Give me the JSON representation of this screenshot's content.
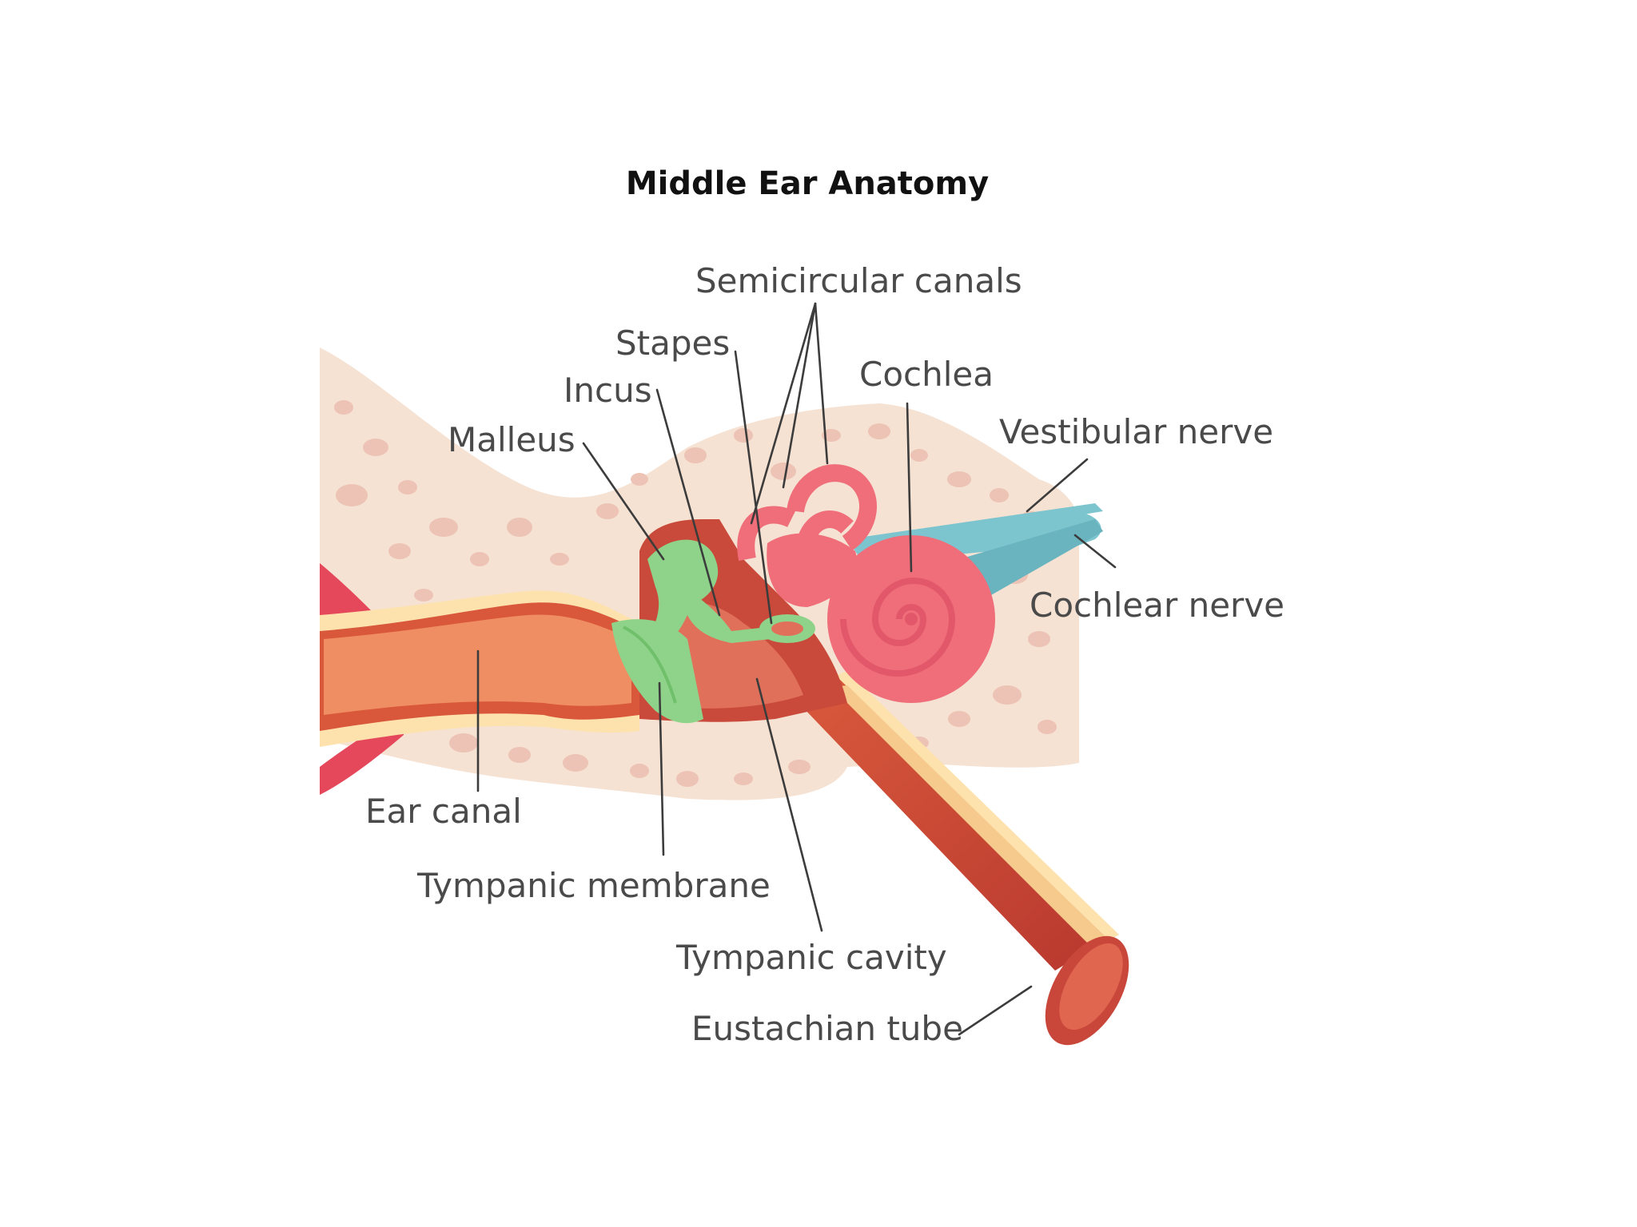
{
  "title": "Middle Ear Anatomy",
  "labels": {
    "semicircular_canals": "Semicircular canals",
    "stapes": "Stapes",
    "incus": "Incus",
    "malleus": "Malleus",
    "cochlea": "Cochlea",
    "vestibular_nerve": "Vestibular nerve",
    "cochlear_nerve": "Cochlear nerve",
    "ear_canal": "Ear canal",
    "tympanic_membrane": "Tympanic membrane",
    "tympanic_cavity": "Tympanic cavity",
    "eustachian_tube": "Eustachian tube"
  },
  "colors": {
    "bone": "#f6e2d3",
    "bone_pores": "#ecc3b4",
    "canal_outer": "#d9573a",
    "canal_inner": "#ef8e62",
    "lining": "#fde2ad",
    "ossicles": "#8fd38a",
    "inner_ear": "#ef6e7a",
    "nerve": "#7cc5cf",
    "cavity": "#c94a3a"
  }
}
